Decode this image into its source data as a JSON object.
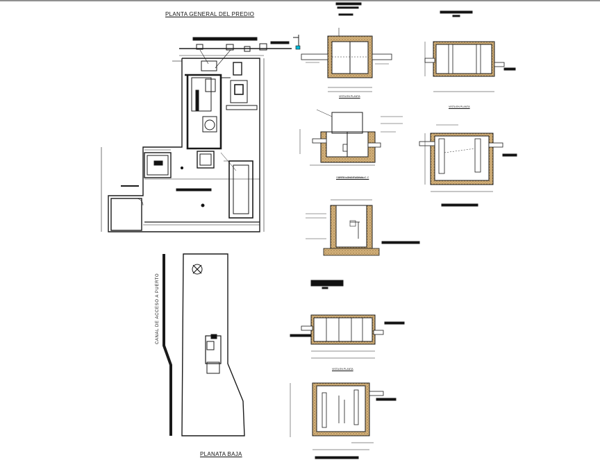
{
  "titles": {
    "site_plan": "PLANTA GENERAL DEL PREDIO",
    "ground_floor": "PLANATA BAJA",
    "canal": "CANAL DE ACCESO A PUERTO"
  },
  "labels": {
    "top_plan_view": "VISTA EN PLANTA",
    "longitudinal_cut": "CORTE LONGITUDINAL C-C",
    "right_plan_view": "VISTA EN PLANTA",
    "lower_plan_view": "VISTA EN PLANTA"
  },
  "colors": {
    "line": "#1a1a1a",
    "soil_fill": "#c9a36a",
    "soil_dark": "#8a6a3a",
    "accent_cyan": "#00b7d6"
  }
}
